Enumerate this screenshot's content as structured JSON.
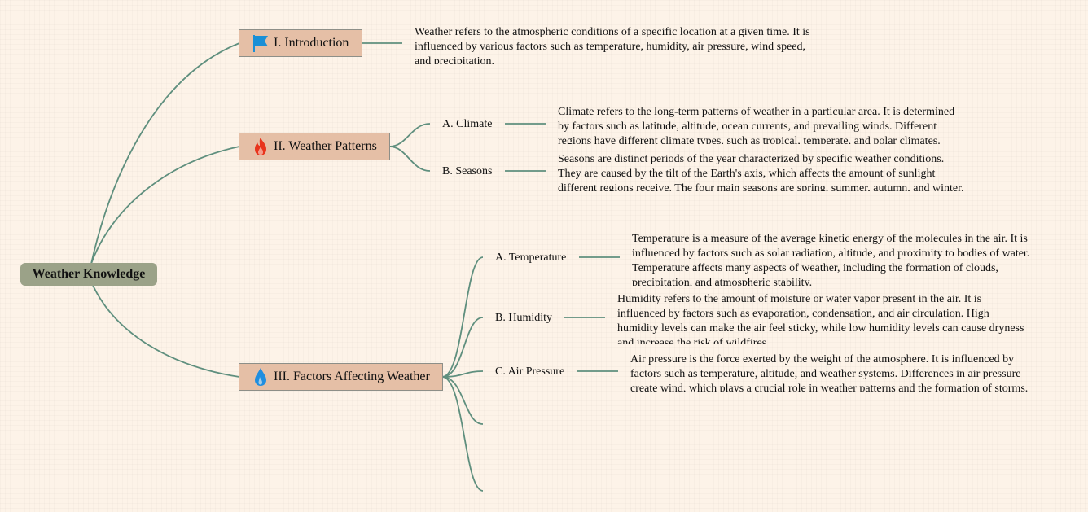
{
  "root": {
    "label": "Weather Knowledge"
  },
  "branches": [
    {
      "label": "I. Introduction",
      "icon": "flag-icon",
      "note": "Weather refers to the atmospheric conditions of a specific location at a given time. It is influenced by various factors such as temperature, humidity, air pressure, wind speed, and precipitation."
    },
    {
      "label": "II. Weather Patterns",
      "icon": "fire-icon",
      "topics": [
        {
          "label": "A. Climate",
          "note": "Climate refers to the long-term patterns of weather in a particular area. It is determined by factors such as latitude, altitude, ocean currents, and prevailing winds. Different regions have different climate types, such as tropical, temperate, and polar climates."
        },
        {
          "label": "B. Seasons",
          "note": "Seasons are distinct periods of the year characterized by specific weather conditions. They are caused by the tilt of the Earth's axis, which affects the amount of sunlight different regions receive. The four main seasons are spring, summer, autumn, and winter."
        }
      ]
    },
    {
      "label": "III. Factors Affecting Weather",
      "icon": "water-drop-icon",
      "topics": [
        {
          "label": "A. Temperature",
          "note": "Temperature is a measure of the average kinetic energy of the molecules in the air. It is influenced by factors such as solar radiation, altitude, and proximity to bodies of water. Temperature affects many aspects of weather, including the formation of clouds, precipitation, and atmospheric stability."
        },
        {
          "label": "B. Humidity",
          "note": "Humidity refers to the amount of moisture or water vapor present in the air. It is influenced by factors such as evaporation, condensation, and air circulation. High humidity levels can make the air feel sticky, while low humidity levels can cause dryness and increase the risk of wildfires."
        },
        {
          "label": "C. Air Pressure",
          "note": "Air pressure is the force exerted by the weight of the atmosphere. It is influenced by factors such as temperature, altitude, and weather systems. Differences in air pressure create wind, which plays a crucial role in weather patterns and the formation of storms."
        }
      ]
    }
  ],
  "colors": {
    "background": "#fdf3e8",
    "root_fill": "#9ba288",
    "branch_fill": "#e5bfa6",
    "connector": "#5f8f7e",
    "flag_icon": "#1a8fd6",
    "fire_icon": "#e8341c",
    "drop_icon": "#1f8ee0"
  }
}
